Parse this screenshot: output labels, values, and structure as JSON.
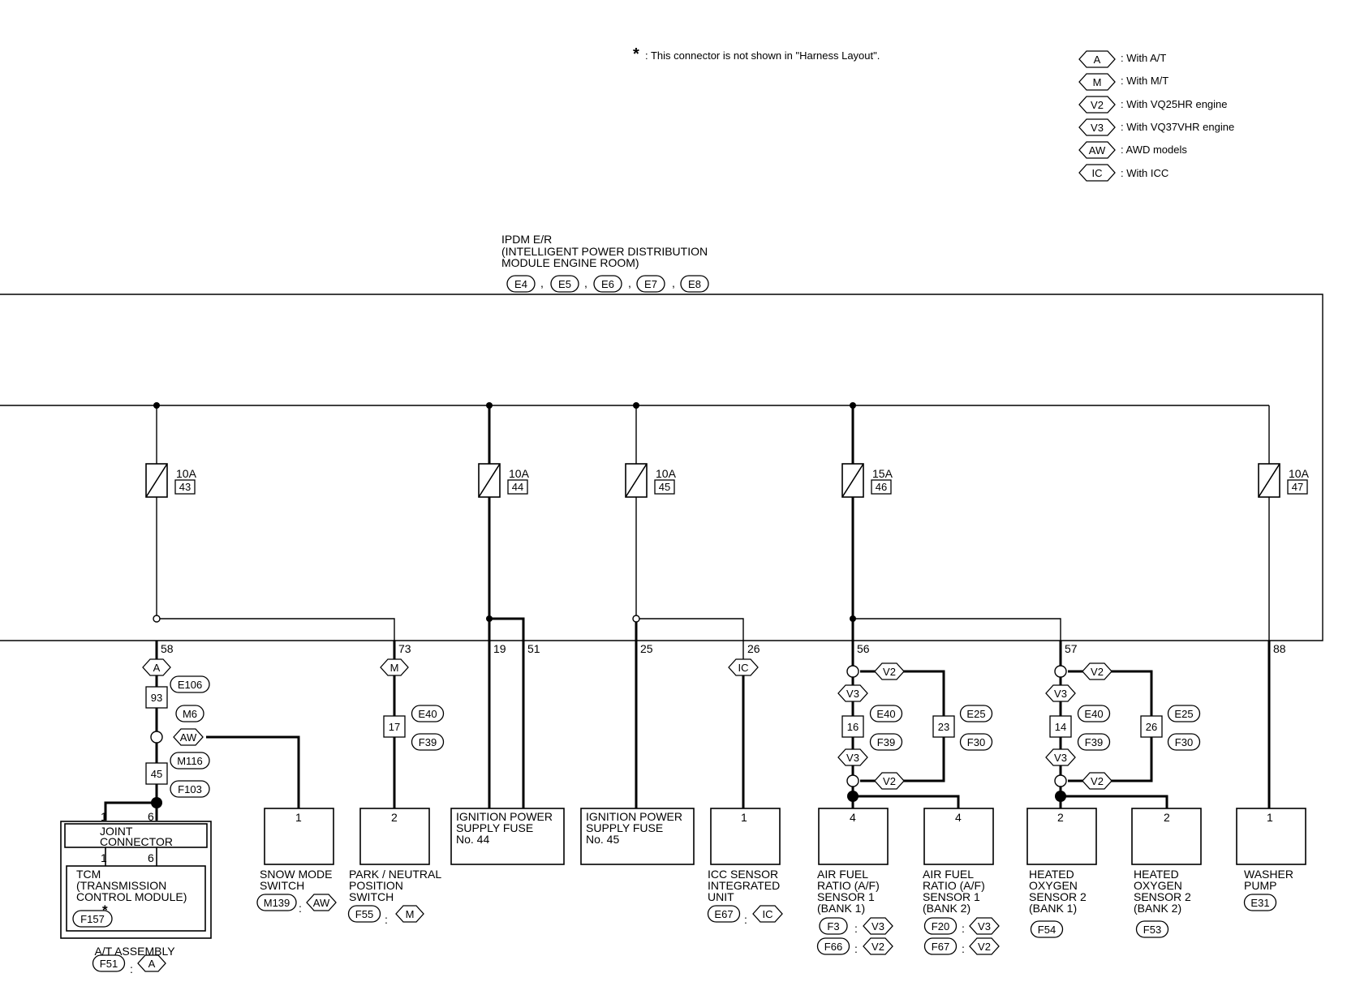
{
  "note": {
    "star": "*",
    "text": ": This connector is not shown in \"Harness Layout\"."
  },
  "legend": [
    {
      "code": "A",
      "text": ": With A/T"
    },
    {
      "code": "M",
      "text": ": With M/T"
    },
    {
      "code": "V2",
      "text": ": With VQ25HR engine"
    },
    {
      "code": "V3",
      "text": ": With VQ37VHR engine"
    },
    {
      "code": "AW",
      "text": ": AWD models"
    },
    {
      "code": "IC",
      "text": ": With ICC"
    }
  ],
  "ipdm": {
    "title": [
      "IPDM E/R",
      "(INTELLIGENT POWER DISTRIBUTION",
      " MODULE ENGINE ROOM)"
    ],
    "connectors": [
      "E4",
      "E5",
      "E6",
      "E7",
      "E8"
    ]
  },
  "fuses": [
    {
      "rating": "10A",
      "number": "43"
    },
    {
      "rating": "10A",
      "number": "44"
    },
    {
      "rating": "10A",
      "number": "45"
    },
    {
      "rating": "15A",
      "number": "46"
    },
    {
      "rating": "10A",
      "number": "47"
    }
  ],
  "terminals": [
    "58",
    "73",
    "19",
    "51",
    "25",
    "26",
    "56",
    "57",
    "88"
  ],
  "line_codes": {
    "at": "A",
    "mt": "M",
    "awd": "AW",
    "icc": "IC",
    "v2": "V2",
    "v3": "V3"
  },
  "harness_connectors": {
    "e106": "E106",
    "m6": "M6",
    "m116": "M116",
    "f103": "F103",
    "e40": "E40",
    "f39": "F39",
    "e25": "E25",
    "f30": "F30"
  },
  "junction_pins": {
    "p93": "93",
    "p45": "45",
    "p17": "17",
    "p16": "16",
    "p23": "23",
    "p14": "14",
    "p26": "26"
  },
  "components": {
    "joint": {
      "title": [
        "JOINT",
        "CONNECTOR"
      ],
      "pin_a": "1",
      "pin_b": "6"
    },
    "tcm": {
      "lines": [
        "TCM",
        "(TRANSMISSION",
        " CONTROL MODULE)"
      ],
      "star": "*",
      "connector": "F157"
    },
    "at_assembly": {
      "label": "A/T ASSEMBLY",
      "connector": "F51",
      "sep": ":",
      "code": "A"
    },
    "snow": {
      "pin": "1",
      "lines": [
        "SNOW MODE",
        "SWITCH"
      ],
      "connector": "M139",
      "sep": ":",
      "code": "AW"
    },
    "park": {
      "pin": "2",
      "lines": [
        "PARK / NEUTRAL",
        "POSITION",
        "SWITCH"
      ],
      "connector": "F55",
      "sep": ":",
      "code": "M"
    },
    "fuse44": {
      "lines": [
        "IGNITION POWER",
        "SUPPLY FUSE",
        "No. 44"
      ]
    },
    "fuse45": {
      "lines": [
        "IGNITION POWER",
        "SUPPLY FUSE",
        "No. 45"
      ]
    },
    "icc": {
      "pin": "1",
      "lines": [
        "ICC SENSOR",
        "INTEGRATED",
        "UNIT"
      ],
      "connector": "E67",
      "sep": ":",
      "code": "IC"
    },
    "af1": {
      "pin": "4",
      "lines": [
        "AIR FUEL",
        "RATIO (A/F)",
        "SENSOR 1",
        "(BANK 1)"
      ],
      "conn1": "F3",
      "code1": "V3",
      "conn2": "F66",
      "code2": "V2",
      "sep": ":"
    },
    "af2": {
      "pin": "4",
      "lines": [
        "AIR FUEL",
        "RATIO (A/F)",
        "SENSOR 1",
        "(BANK 2)"
      ],
      "conn1": "F20",
      "code1": "V3",
      "conn2": "F67",
      "code2": "V2",
      "sep": ":"
    },
    "ho1": {
      "pin": "2",
      "lines": [
        "HEATED",
        "OXYGEN",
        "SENSOR 2",
        "(BANK 1)"
      ],
      "connector": "F54"
    },
    "ho2": {
      "pin": "2",
      "lines": [
        "HEATED",
        "OXYGEN",
        "SENSOR 2",
        "(BANK 2)"
      ],
      "connector": "F53"
    },
    "washer": {
      "pin": "1",
      "lines": [
        "WASHER",
        "PUMP"
      ],
      "connector": "E31"
    }
  },
  "colors": {
    "ink": "#000000",
    "paper": "#ffffff"
  }
}
